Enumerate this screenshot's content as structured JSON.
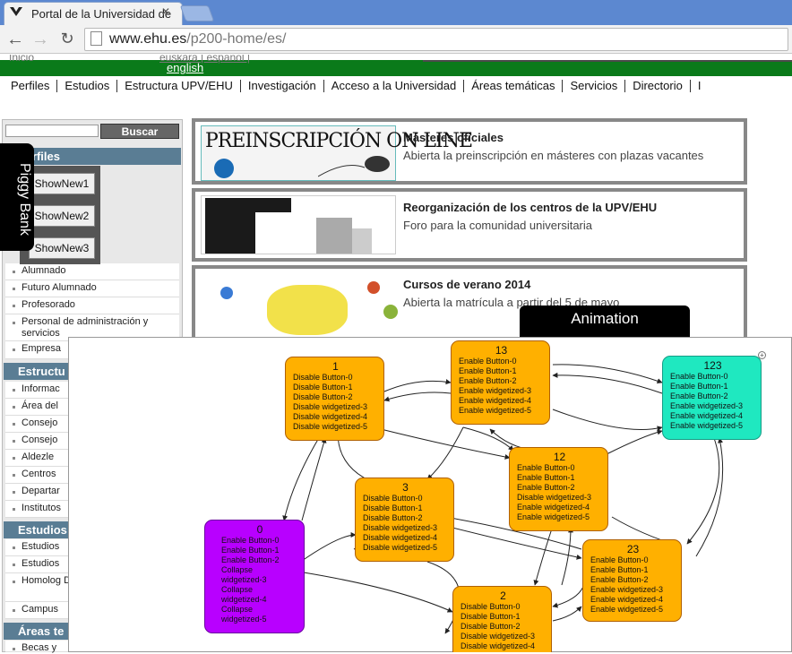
{
  "browser": {
    "tab_title": "Portal de la Universidad de",
    "url_host": "www.ehu.es",
    "url_path": "/p200-home/es/"
  },
  "languages": [
    "Inicio",
    "euskara | español |",
    "english"
  ],
  "main_nav": [
    "Perfiles",
    "Estudios",
    "Estructura UPV/EHU",
    "Investigación",
    "Acceso a la Universidad",
    "Áreas temáticas",
    "Servicios",
    "Directorio",
    "I"
  ],
  "search": {
    "button": "Buscar"
  },
  "sidebar": {
    "sections": [
      {
        "title": "Perfiles",
        "items": [
          "Alumnado",
          "Futuro Alumnado",
          "Profesorado",
          "Personal de administración y servicios",
          "Empresa"
        ]
      },
      {
        "title": "Estructu",
        "items": [
          "Informac",
          "Área del",
          "Consejo",
          "Consejo",
          "Aldezle",
          "Centros",
          "Departar",
          "Institutos"
        ]
      },
      {
        "title": "Estudios",
        "items": [
          "Estudios",
          "Estudios",
          "Homolog Doctorad",
          "Campus"
        ]
      },
      {
        "title": "Áreas te",
        "items": [
          "Becas y"
        ]
      }
    ]
  },
  "piggy": {
    "label": "Piggy Bank",
    "buttons": [
      "ShowNew1",
      "ShowNew2",
      "ShowNew3"
    ]
  },
  "promos": [
    {
      "image_text": "PREINSCRIPCIÓN ON LINE",
      "title": "Másteres oficiales",
      "desc": "Abierta la preinscripción en másteres con plazas vacantes"
    },
    {
      "image_text": "",
      "title": "Reorganización de los centros de la UPV/EHU",
      "desc": "Foro para la comunidad universitaria"
    },
    {
      "image_text": "",
      "title": "Cursos de verano 2014",
      "desc": "Abierta la matrícula a partir del 5 de mayo"
    }
  ],
  "animation": {
    "label": "Animation"
  },
  "graph_nodes": [
    {
      "id": "1",
      "color": "orange",
      "lines": [
        "Disable Button-0",
        "Disable Button-1",
        "Disable Button-2",
        "Disable widgetized-3",
        "Disable widgetized-4",
        "Disable widgetized-5"
      ]
    },
    {
      "id": "13",
      "color": "orange",
      "lines": [
        "Enable Button-0",
        "Enable Button-1",
        "Enable Button-2",
        "Enable widgetized-3",
        "Enable widgetized-4",
        "Enable widgetized-5"
      ]
    },
    {
      "id": "123",
      "color": "cyan",
      "lines": [
        "Enable Button-0",
        "Enable Button-1",
        "Enable Button-2",
        "Enable widgetized-3",
        "Enable widgetized-4",
        "Enable widgetized-5"
      ]
    },
    {
      "id": "12",
      "color": "orange",
      "lines": [
        "Enable Button-0",
        "Enable Button-1",
        "Enable Button-2",
        "Disable widgetized-3",
        "Enable widgetized-4",
        "Enable widgetized-5"
      ]
    },
    {
      "id": "3",
      "color": "orange",
      "lines": [
        "Disable Button-0",
        "Disable Button-1",
        "Disable Button-2",
        "Disable widgetized-3",
        "Disable widgetized-4",
        "Disable widgetized-5"
      ]
    },
    {
      "id": "0",
      "color": "purple",
      "lines": [
        "Enable Button-0",
        "Enable Button-1",
        "Enable Button-2",
        "Collapse",
        "widgetized-3",
        "Collapse",
        "widgetized-4",
        "Collapse",
        "widgetized-5"
      ]
    },
    {
      "id": "23",
      "color": "orange",
      "lines": [
        "Enable Button-0",
        "Enable Button-1",
        "Enable Button-2",
        "Enable widgetized-3",
        "Enable widgetized-4",
        "Enable widgetized-5"
      ]
    },
    {
      "id": "2",
      "color": "orange",
      "lines": [
        "Disable Button-0",
        "Disable Button-1",
        "Disable Button-2",
        "Disable widgetized-3",
        "Disable widgetized-4"
      ]
    }
  ]
}
